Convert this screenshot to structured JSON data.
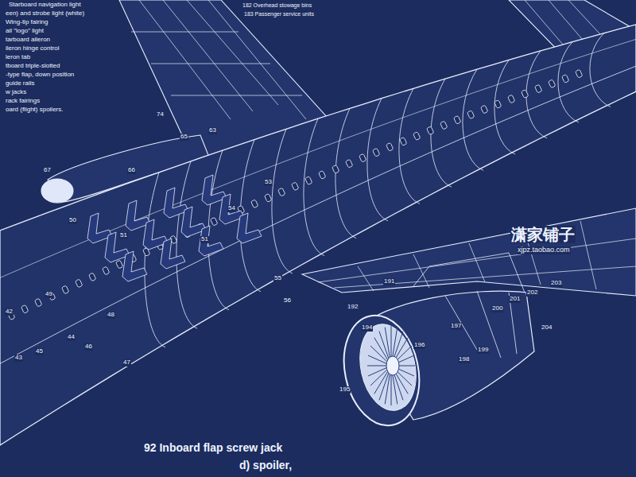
{
  "diagram": {
    "labels": [
      "Starboard navigation light",
      "een) and strobe light (white)",
      "Wing-tip fairing",
      "ail \"logo\" light",
      "tarboard aileron",
      "ileron hinge control",
      "leron tab",
      "tboard triple-slotted",
      "-type flap, down position",
      "guide rails",
      "w jacks",
      "rack fairings",
      "oard (flight) spoilers.",
      "182 Overhead stowage bins",
      "183 Passenger service units",
      "74",
      "65",
      "63",
      "67",
      "66",
      "50",
      "51",
      "51",
      "54",
      "53",
      "55",
      "56",
      "49",
      "42",
      "48",
      "44",
      "46",
      "45",
      "43",
      "47",
      "191",
      "192",
      "194",
      "195",
      "196",
      "197",
      "198",
      "199",
      "200",
      "201",
      "202",
      "203",
      "204",
      "潇家铺子",
      "xjpz.taobao.com",
      "92 Inboard flap screw jack",
      "d) spoiler,"
    ]
  }
}
